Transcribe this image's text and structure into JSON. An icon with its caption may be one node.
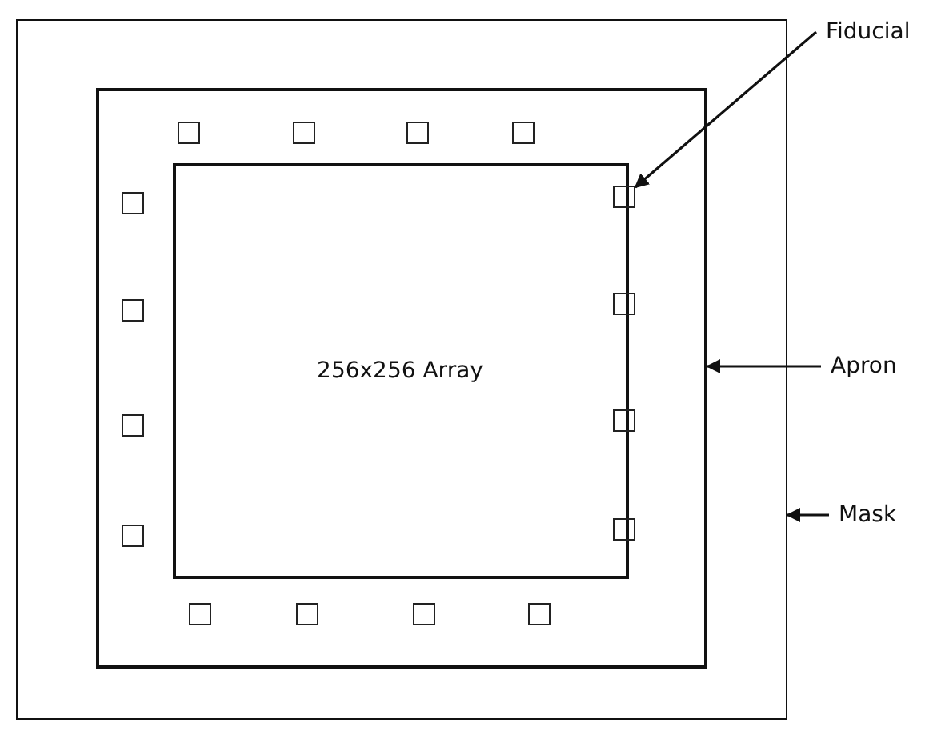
{
  "diagram": {
    "nodes": [
      {
        "text": [],
        "shape": "box"
      },
      {
        "text": [],
        "shape": "box",
        "in": 0
      },
      {
        "text": [
          "256x256 Array"
        ],
        "in": 1
      },
      {
        "text": [],
        "shape": "box",
        "in": 1
      },
      {
        "text": [],
        "shape": "box",
        "in": 1
      },
      {
        "text": [],
        "shape": "box",
        "in": 1
      },
      {
        "text": [],
        "shape": "box",
        "in": 1
      },
      {
        "text": [],
        "shape": "box",
        "in": 1
      },
      {
        "text": [],
        "shape": "box",
        "in": 1
      },
      {
        "text": [],
        "shape": "box",
        "in": 1
      },
      {
        "text": [],
        "shape": "box",
        "in": 1
      },
      {
        "text": [],
        "shape": "box",
        "in": 1
      },
      {
        "text": [],
        "shape": "box",
        "in": 1
      },
      {
        "text": [],
        "shape": "box",
        "in": 1
      },
      {
        "text": [],
        "shape": "box",
        "in": 1
      },
      {
        "text": [],
        "shape": "box",
        "in": 1
      },
      {
        "text": [],
        "shape": "box",
        "in": 1
      },
      {
        "text": [],
        "shape": "box",
        "in": 1
      },
      {
        "text": [],
        "shape": "box",
        "in": 1
      },
      {
        "text": [
          "Fiducial"
        ]
      },
      {
        "text": [
          "Apron"
        ]
      },
      {
        "text": [
          "Mask"
        ]
      }
    ],
    "edges": [
      {
        "from": 19,
        "to": 8,
        "arrow": "to"
      },
      {
        "from": 20,
        "to": 1,
        "arrow": "to"
      },
      {
        "from": 21,
        "to": 0,
        "arrow": "to"
      }
    ]
  }
}
